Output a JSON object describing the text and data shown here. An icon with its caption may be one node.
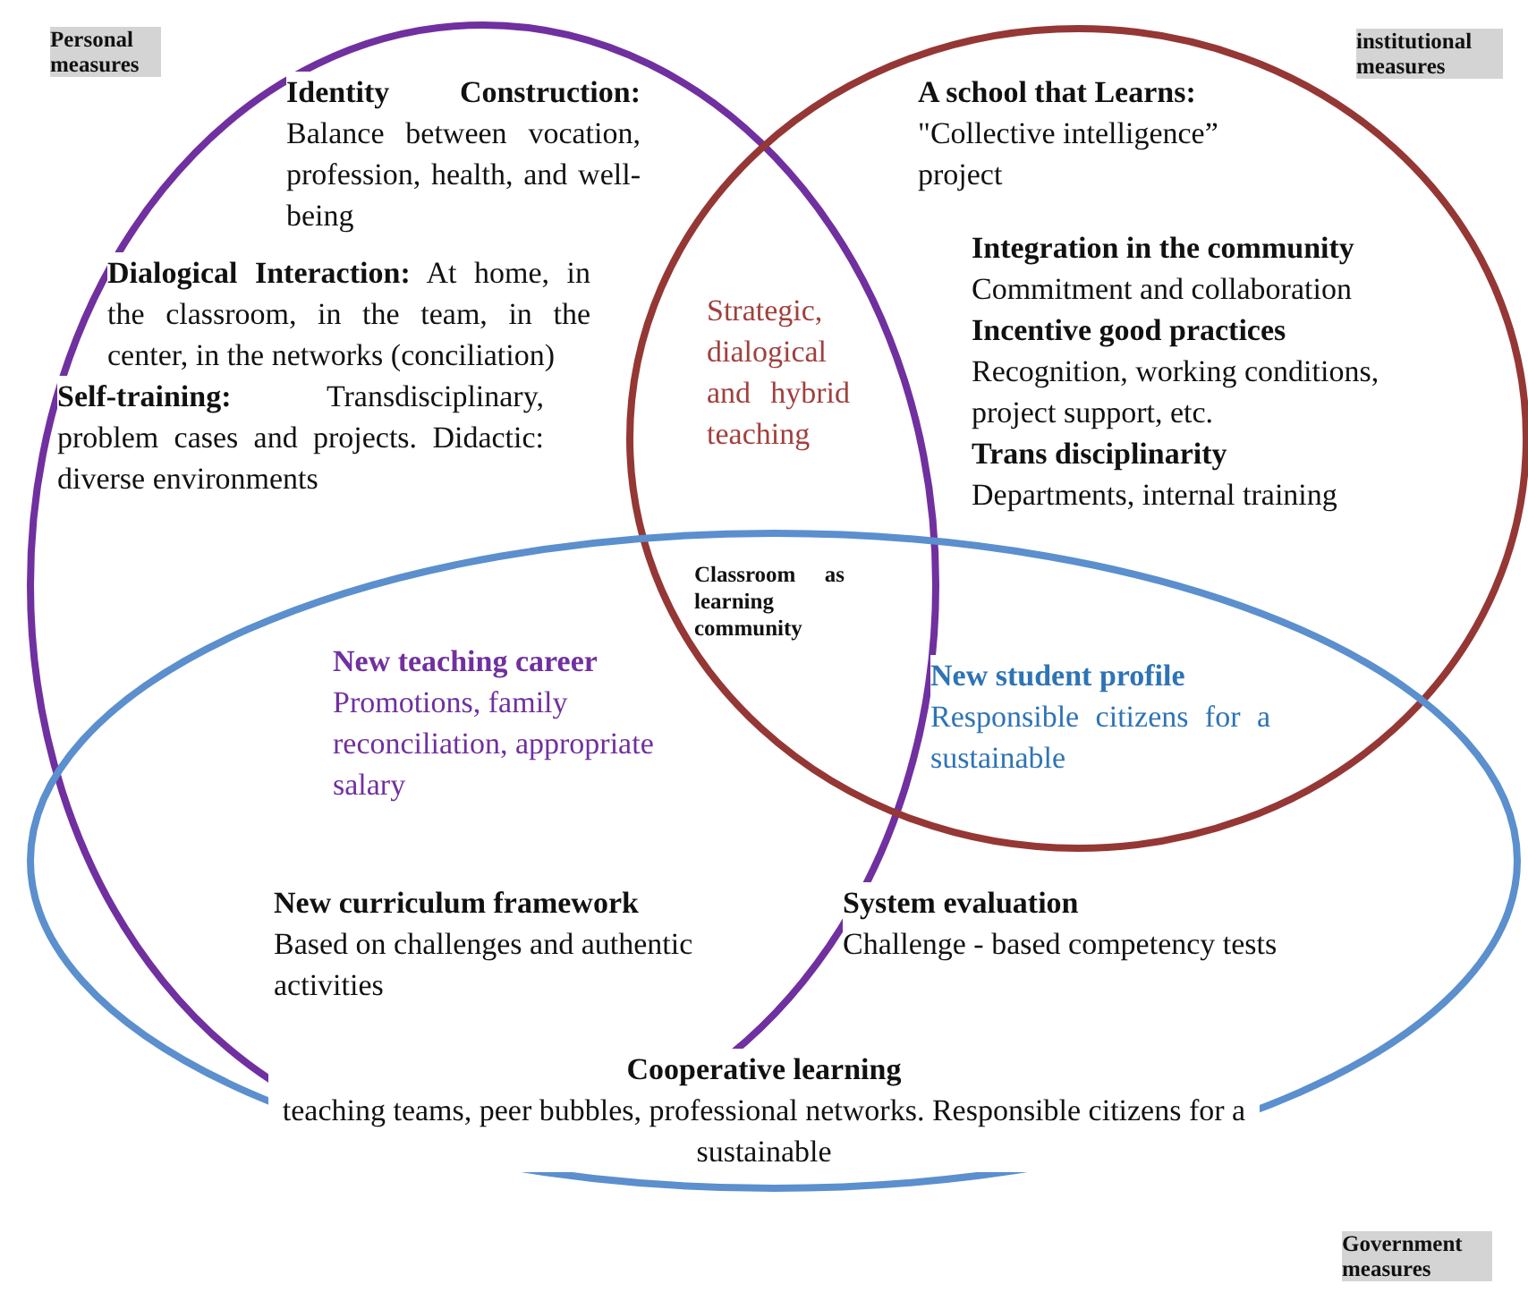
{
  "diagram": {
    "nodes": [
      {
        "text": [
          "Personal measures"
        ]
      },
      {
        "text": [
          "institutional measures"
        ]
      },
      {
        "text": [
          "Government measures"
        ]
      }
    ],
    "labels": [
      "**Identity Construction:** Balance between vocation, profession, health, and well-being",
      "**Dialogical Interaction:** At home, in the classroom, in the team, in the center, in the networks (conciliation)",
      "**Self-training:** Transdisciplinary, problem cases and projects. Didactic:  diverse environments",
      "**A school that Learns:** \"Collective intelligence” project",
      "Strategic, dialogical and hybrid teaching",
      "Integration in the community",
      "Commitment and collaboration",
      "Incentive good practices",
      "Recognition, working conditions, project support, etc.",
      "Trans disciplinarity",
      "Departments, internal training",
      "Classroom as learning community",
      "New teaching career",
      "Promotions, family reconciliation, appropriate salary",
      "New student profile",
      "Responsible citizens for a sustainable",
      "New curriculum framework",
      "Based on challenges and authentic activities",
      "System evaluation",
      "Challenge - based competency tests",
      "Cooperative learning",
      "teaching teams, peer bubbles, professional networks. Responsible citizens for a sustainable"
    ]
  }
}
